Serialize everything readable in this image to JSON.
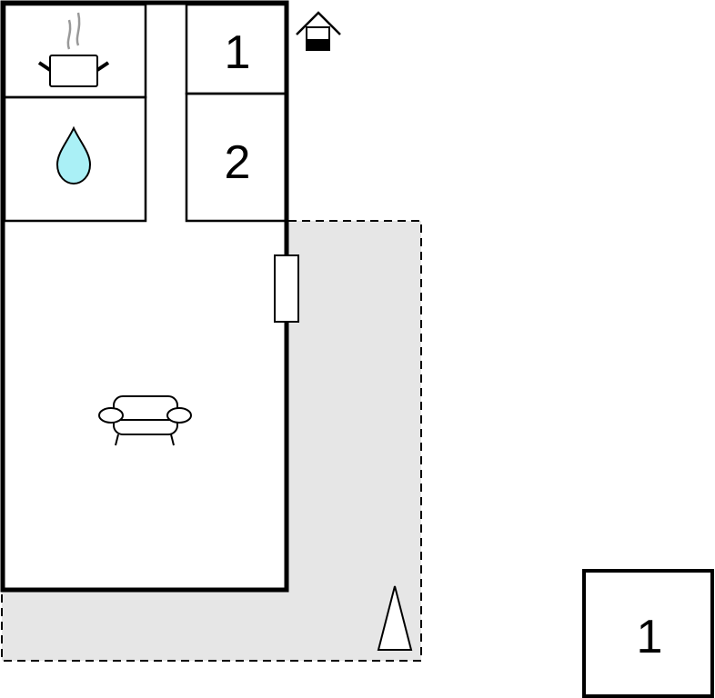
{
  "plan": {
    "bedroom_1_label": "1",
    "bedroom_2_label": "2",
    "annex_bedroom_label": "1",
    "icons": [
      "kitchen-pot-icon",
      "bathroom-water-drop-icon",
      "entrance-house-icon",
      "sofa-icon",
      "tree-icon",
      "window-icon"
    ],
    "colors": {
      "terrace": "#e6e6e6",
      "water": "#aaf0f6",
      "wall": "#000000",
      "steam": "#999999"
    }
  }
}
